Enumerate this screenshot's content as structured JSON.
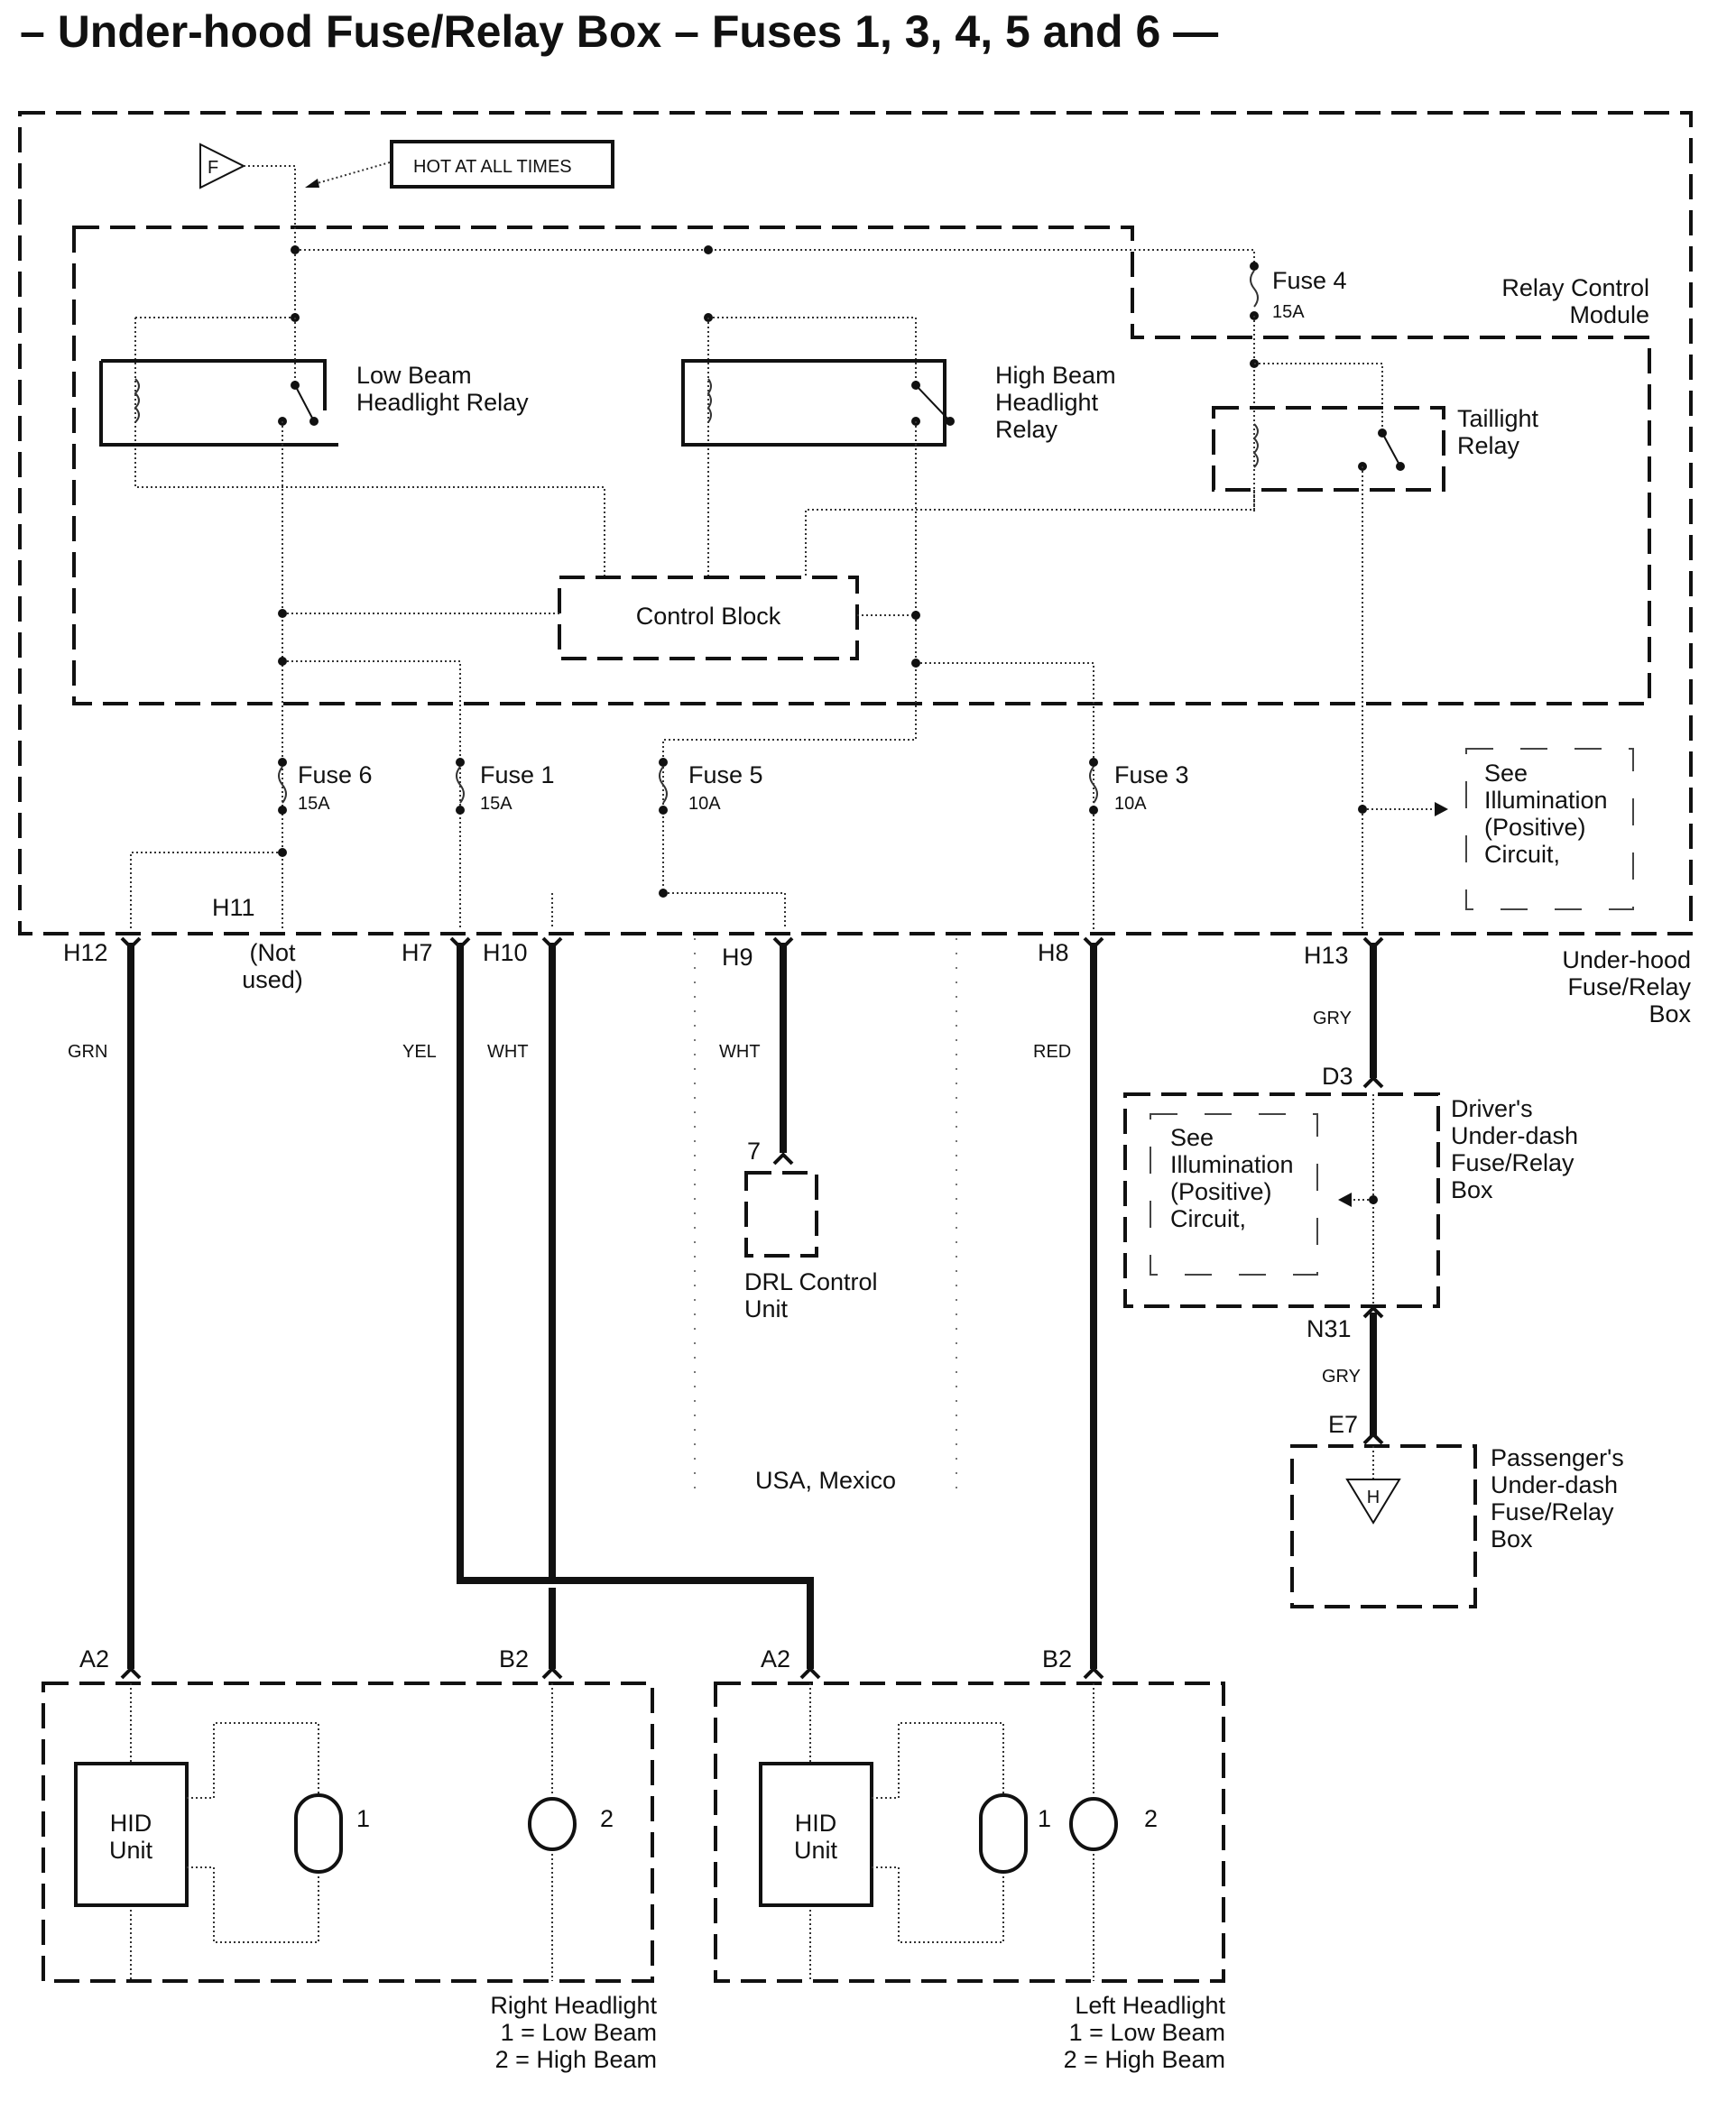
{
  "title": "– Under-hood Fuse/Relay Box – Fuses 1, 3, 4, 5 and 6 —",
  "hot_label": "HOT AT ALL TIMES",
  "source_symbol": "F",
  "relays": {
    "low_beam": [
      "Low Beam",
      "Headlight Relay"
    ],
    "high_beam": [
      "High Beam",
      "Headlight",
      "Relay"
    ],
    "taillight": [
      "Taillight",
      "Relay"
    ]
  },
  "relay_control_module": [
    "Relay Control",
    "Module"
  ],
  "control_block": "Control Block",
  "fuses": [
    {
      "name": "Fuse 4",
      "rating": "15A"
    },
    {
      "name": "Fuse 6",
      "rating": "15A"
    },
    {
      "name": "Fuse 1",
      "rating": "15A"
    },
    {
      "name": "Fuse 5",
      "rating": "10A"
    },
    {
      "name": "Fuse 3",
      "rating": "10A"
    }
  ],
  "see_illumination": [
    "See",
    "Illumination",
    "(Positive)",
    "Circuit,"
  ],
  "under_hood_box": [
    "Under-hood",
    "Fuse/Relay",
    "Box"
  ],
  "connectors": {
    "H11": "H11",
    "H12": "H12",
    "H7": "H7",
    "H10": "H10",
    "H9": "H9",
    "H8": "H8",
    "H13": "H13",
    "not_used": [
      "(Not",
      "used)"
    ],
    "D3": "D3",
    "N31": "N31",
    "E7": "E7",
    "pin7": "7",
    "A2": "A2",
    "B2": "B2"
  },
  "wire_colors": {
    "h12": "GRN",
    "h7": "YEL",
    "h10": "WHT",
    "h9": "WHT",
    "h8": "RED",
    "h13": "GRY",
    "n31": "GRY"
  },
  "drl": [
    "DRL Control",
    "Unit"
  ],
  "region_note": "USA, Mexico",
  "drivers_box": [
    "Driver's",
    "Under-dash",
    "Fuse/Relay",
    "Box"
  ],
  "passengers_box": [
    "Passenger's",
    "Under-dash",
    "Fuse/Relay",
    "Box"
  ],
  "passenger_symbol": "H",
  "hid_unit": [
    "HID",
    "Unit"
  ],
  "bulb_numbers": [
    "1",
    "2"
  ],
  "right_headlight": [
    "Right Headlight",
    "1 = Low Beam",
    "2 = High Beam"
  ],
  "left_headlight": [
    "Left Headlight",
    "1 = Low Beam",
    "2 = High Beam"
  ]
}
